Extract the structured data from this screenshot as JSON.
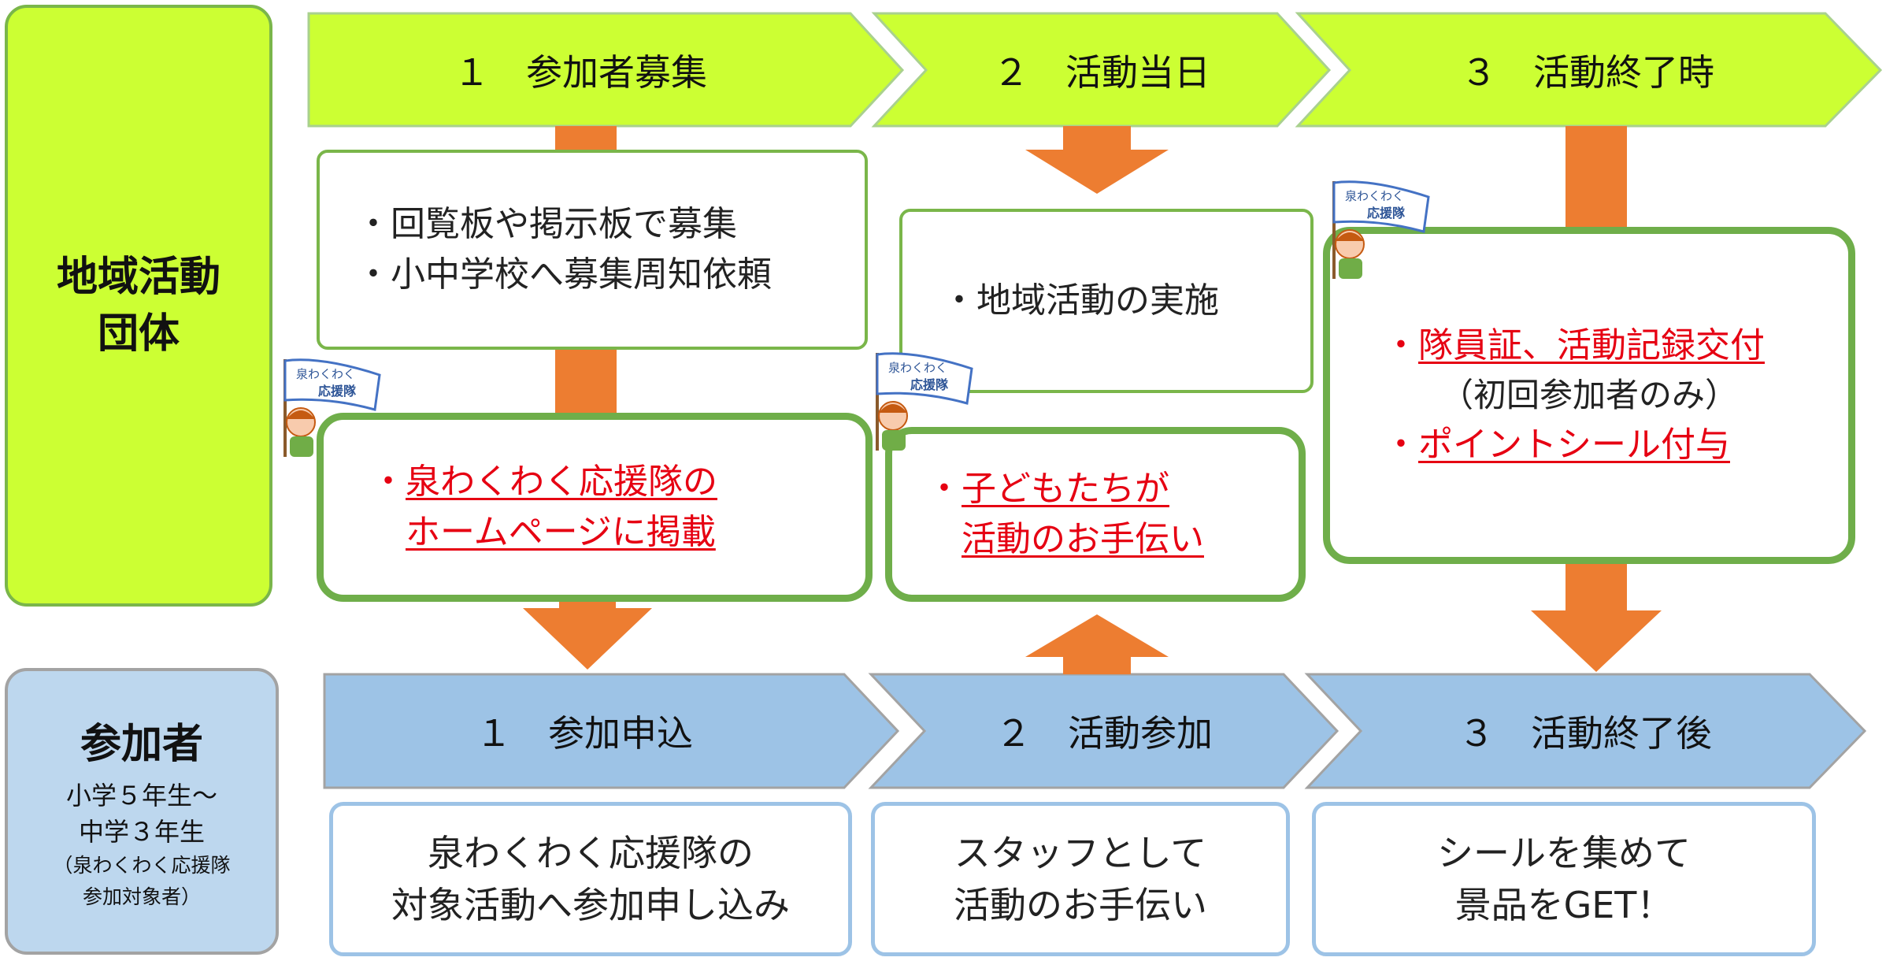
{
  "colors": {
    "green_fill": "#ccff33",
    "green_border": "#7ab64a",
    "blue_fill": "#9dc3e6",
    "blue_border": "#a3a3a3",
    "orange_arrow": "#ed7d31",
    "red_text": "#e60012"
  },
  "organization": {
    "title_line1": "地域活動",
    "title_line2": "団体",
    "steps": [
      {
        "label": "１　参加者募集"
      },
      {
        "label": "２　活動当日"
      },
      {
        "label": "３　活動終了時"
      }
    ],
    "step1": {
      "notes": [
        "・回覧板や掲示板で募集",
        "・小中学校へ募集周知依頼"
      ],
      "bullet": "・",
      "highlight_lines": [
        "泉わくわく応援隊の",
        "ホームページに掲載"
      ]
    },
    "step2": {
      "notes": [
        "・地域活動の実施"
      ],
      "bullet": "・",
      "highlight_lines": [
        "子どもたちが",
        "活動のお手伝い"
      ]
    },
    "step3": {
      "bullet": "・",
      "items": [
        "隊員証、活動記録交付",
        "ポイントシール付与"
      ],
      "sub_note": "（初回参加者のみ）"
    }
  },
  "participants": {
    "title": "参加者",
    "sub1": "小学５年生～",
    "sub2": "中学３年生",
    "sub3": "（泉わくわく応援隊",
    "sub4": "参加対象者）",
    "steps": [
      {
        "label": "１　参加申込",
        "lines": [
          "泉わくわく応援隊の",
          "対象活動へ参加申し込み"
        ]
      },
      {
        "label": "２　活動参加",
        "lines": [
          "スタッフとして",
          "活動のお手伝い"
        ]
      },
      {
        "label": "３　活動終了後",
        "lines": [
          "シールを集めて",
          "景品をGET！"
        ]
      }
    ]
  },
  "mascot": {
    "flag_line1": "泉わくわく",
    "flag_line2": "応援隊",
    "icon": "mascot-girl-flag-icon"
  }
}
